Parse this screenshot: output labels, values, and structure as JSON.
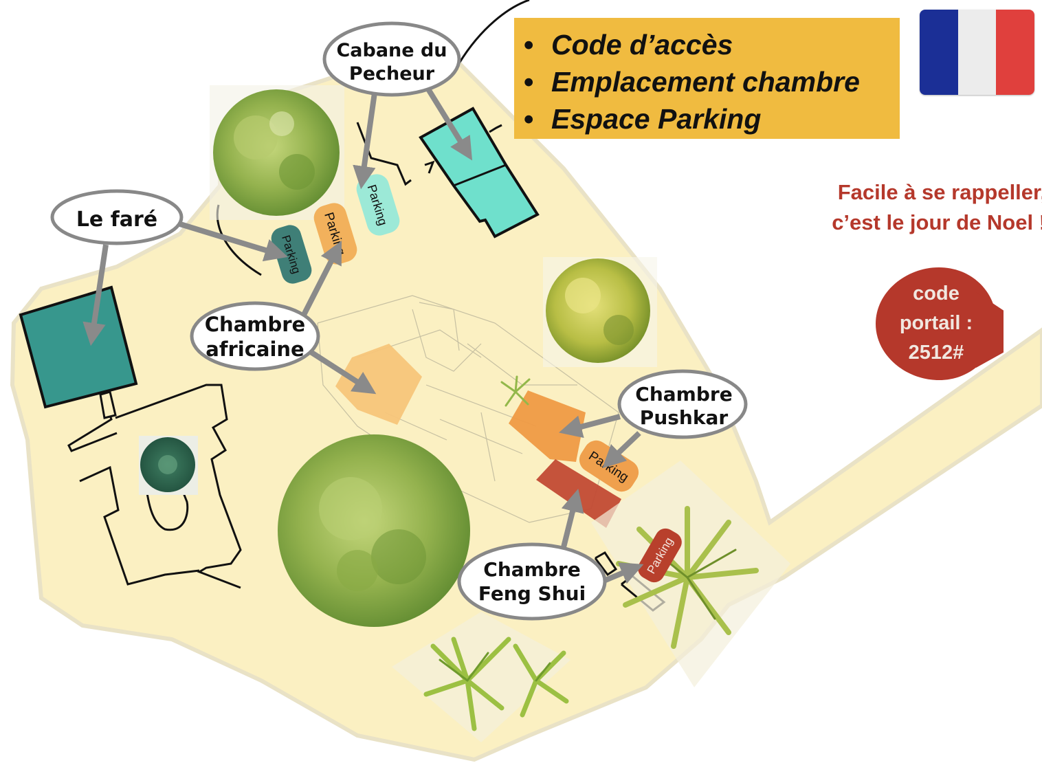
{
  "legend": {
    "items": [
      "Code d’accès",
      "Emplacement chambre",
      "Espace Parking"
    ]
  },
  "note": {
    "line1": "Facile à se rappeller,",
    "line2": "c’est le jour de Noel !"
  },
  "gate_code": {
    "line1": "code",
    "line2": "portail :",
    "line3": "2512#"
  },
  "places": {
    "cabane": {
      "line1": "Cabane du",
      "line2": "Pecheur"
    },
    "fare": {
      "line1": "Le faré"
    },
    "africaine": {
      "line1": "Chambre",
      "line2": "africaine"
    },
    "pushkar": {
      "line1": "Chambre",
      "line2": "Pushkar"
    },
    "fengshui": {
      "line1": "Chambre",
      "line2": "Feng Shui"
    }
  },
  "parking_label": "Parking",
  "colors": {
    "ground": "#fbf0c2",
    "teal_building": "#37978d",
    "aqua_building": "#6fe0cc",
    "parking_dark_teal": "#3f7f77",
    "parking_orange_africaine": "#f2b15c",
    "parking_aqua": "#9ce9d7",
    "room_africaine": "#f7c57a",
    "room_pushkar": "#ef9a44",
    "room_fengshui": "#c24a34",
    "parking_pushkar": "#efa04d",
    "parking_fengshui": "#b8402c",
    "legend_bg": "#f0bb40",
    "note_red": "#b5382b",
    "flag_blue": "#1b2f96",
    "flag_white": "#ececec",
    "flag_red": "#e0403d",
    "arrow_grey": "#8a8a8a"
  },
  "icons": [
    "tree-icon",
    "palm-tree-icon",
    "arrow-icon",
    "location-pin-icon",
    "flag-france-icon"
  ]
}
